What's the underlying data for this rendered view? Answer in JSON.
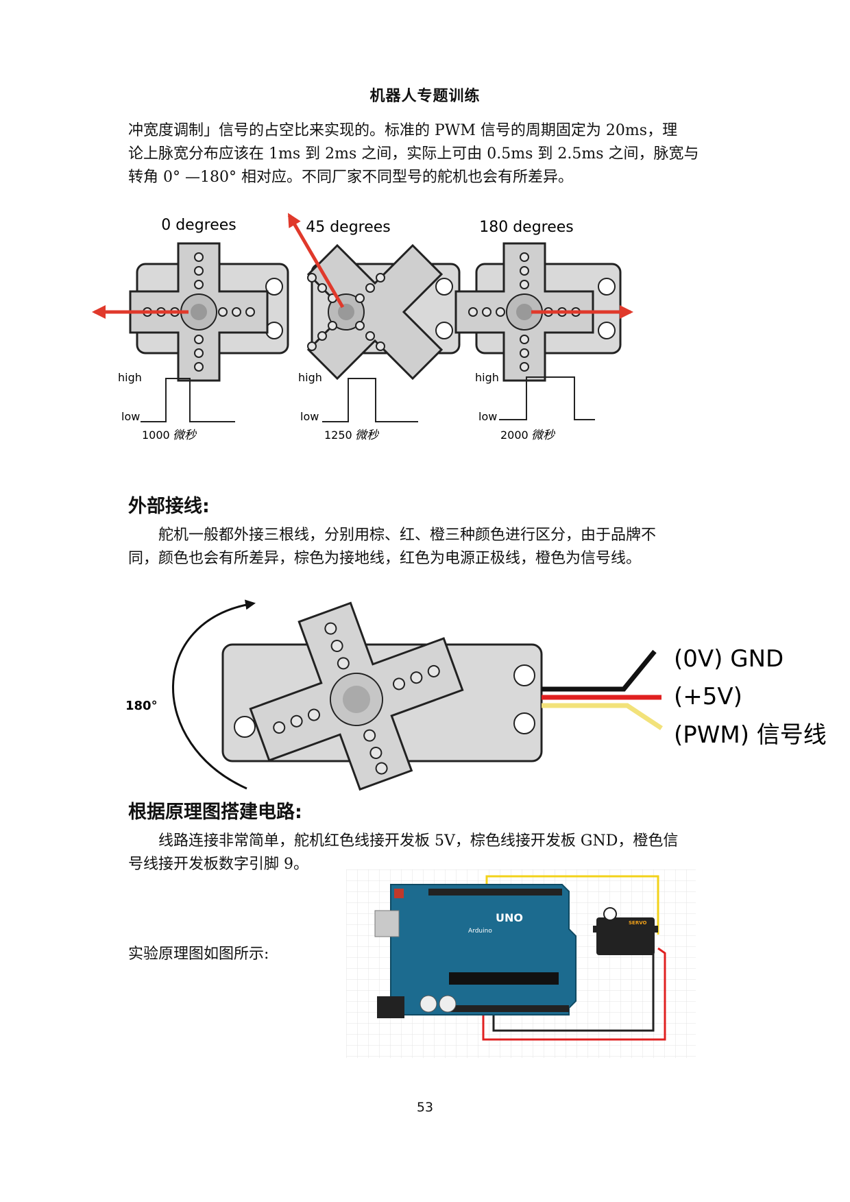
{
  "header": {
    "title": "机器人专题训练"
  },
  "intro": {
    "lines": [
      "冲宽度调制」信号的占空比来实现的。标准的 PWM 信号的周期固定为 20ms，理",
      "论上脉宽分布应该在 1ms 到 2ms 之间，实际上可由 0.5ms 到 2.5ms 之间，脉宽与",
      "转角 0° —180° 相对应。不同厂家不同型号的舵机也会有所差异。"
    ]
  },
  "servo_figure": {
    "panels": [
      {
        "title": "0 degrees",
        "high": "high",
        "low": "low",
        "pulse": "1000",
        "unit": "微秒"
      },
      {
        "title": "45 degrees",
        "high": "high",
        "low": "low",
        "pulse": "1250",
        "unit": "微秒"
      },
      {
        "title": "180 degrees",
        "high": "high",
        "low": "low",
        "pulse": "2000",
        "unit": "微秒"
      }
    ],
    "colors": {
      "arrow": "#e0392b",
      "body": "#d9d9d9",
      "outline": "#222222"
    }
  },
  "wiring": {
    "heading": "外部接线:",
    "lines": [
      "舵机一般都外接三根线，分别用棕、红、橙三种颜色进行区分，由于品牌不",
      "同，颜色也会有所差异，棕色为接地线，红色为电源正极线，橙色为信号线。"
    ]
  },
  "wiring_figure": {
    "angle": "180°",
    "gnd": "(0V) GND",
    "vcc": "(+5V)",
    "pwm": "(PWM) 信号线",
    "colors": {
      "gnd_wire": "#111111",
      "vcc_wire": "#e02020",
      "pwm_wire": "#f2e27a"
    }
  },
  "circuit": {
    "heading": "根据原理图搭建电路:",
    "lines": [
      "线路连接非常简单，舵机红色线接开发板 5V，棕色线接开发板 GND，橙色信",
      "号线接开发板数字引脚 9。"
    ],
    "caption": "实验原理图如图所示:",
    "board_labels": {
      "logo": "UNO",
      "brand": "Arduino",
      "servo": "SERVO"
    },
    "colors": {
      "board": "#1c6b8f",
      "signal_wire": "#f2d21a",
      "power_wire": "#e02020",
      "ground_wire": "#222222"
    }
  },
  "footer": {
    "page_number": "53"
  }
}
